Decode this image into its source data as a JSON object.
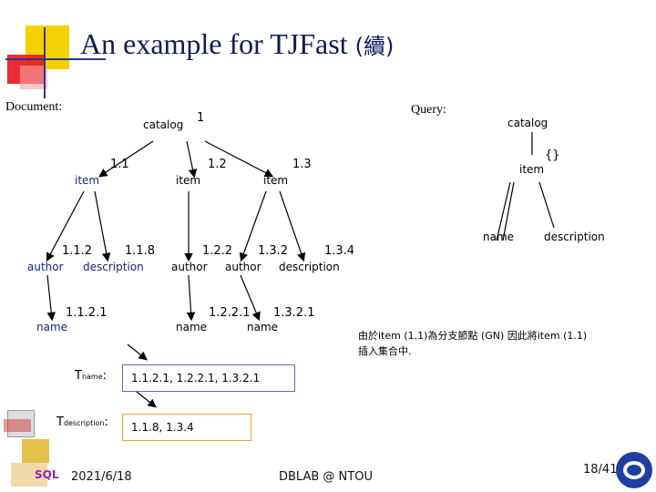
{
  "title": "An example for TJFast",
  "title_suffix": "(續)",
  "document_label": "Document:",
  "query_label": "Query:",
  "doc_tree": {
    "root": {
      "label": "catalog",
      "id": "1"
    },
    "level1": [
      {
        "id": "1.1",
        "label": "item"
      },
      {
        "id": "1.2",
        "label": "item"
      },
      {
        "id": "1.3",
        "label": "item"
      }
    ],
    "level2": [
      {
        "id": "1.1.2",
        "label": "author"
      },
      {
        "id": "1.1.8",
        "label": "description"
      },
      {
        "id": "1.2.2",
        "label": "author"
      },
      {
        "id": "1.3.2",
        "label": "author"
      },
      {
        "id": "1.3.4",
        "label": "description"
      }
    ],
    "level3": [
      {
        "id": "1.1.2.1",
        "label": "name"
      },
      {
        "id": "1.2.2.1",
        "label": "name"
      },
      {
        "id": "1.3.2.1",
        "label": "name"
      }
    ]
  },
  "query_tree": {
    "root": "catalog",
    "item": "item",
    "braces": "{}",
    "leaves": [
      "name",
      "description"
    ]
  },
  "t_name": {
    "label": "T",
    "subscript": "name",
    "value": "1.1.2.1,  1.2.2.1, 1.3.2.1"
  },
  "t_description": {
    "label": "T",
    "subscript": "description",
    "value": "1.1.8,  1.3.4"
  },
  "note": {
    "line1": "由於item (1.1)為分支節點 (GN) 因此將item (1.1)",
    "line2": "插入集合中."
  },
  "footer": {
    "date": "2021/6/18",
    "center": "DBLAB @ NTOU",
    "page": "18/41"
  },
  "colors": {
    "accent": "#0f1a5c",
    "yellow": "#f5d000",
    "red": "#e8161e",
    "box_blue": "#5a6fb2",
    "box_orange": "#f0a020"
  }
}
